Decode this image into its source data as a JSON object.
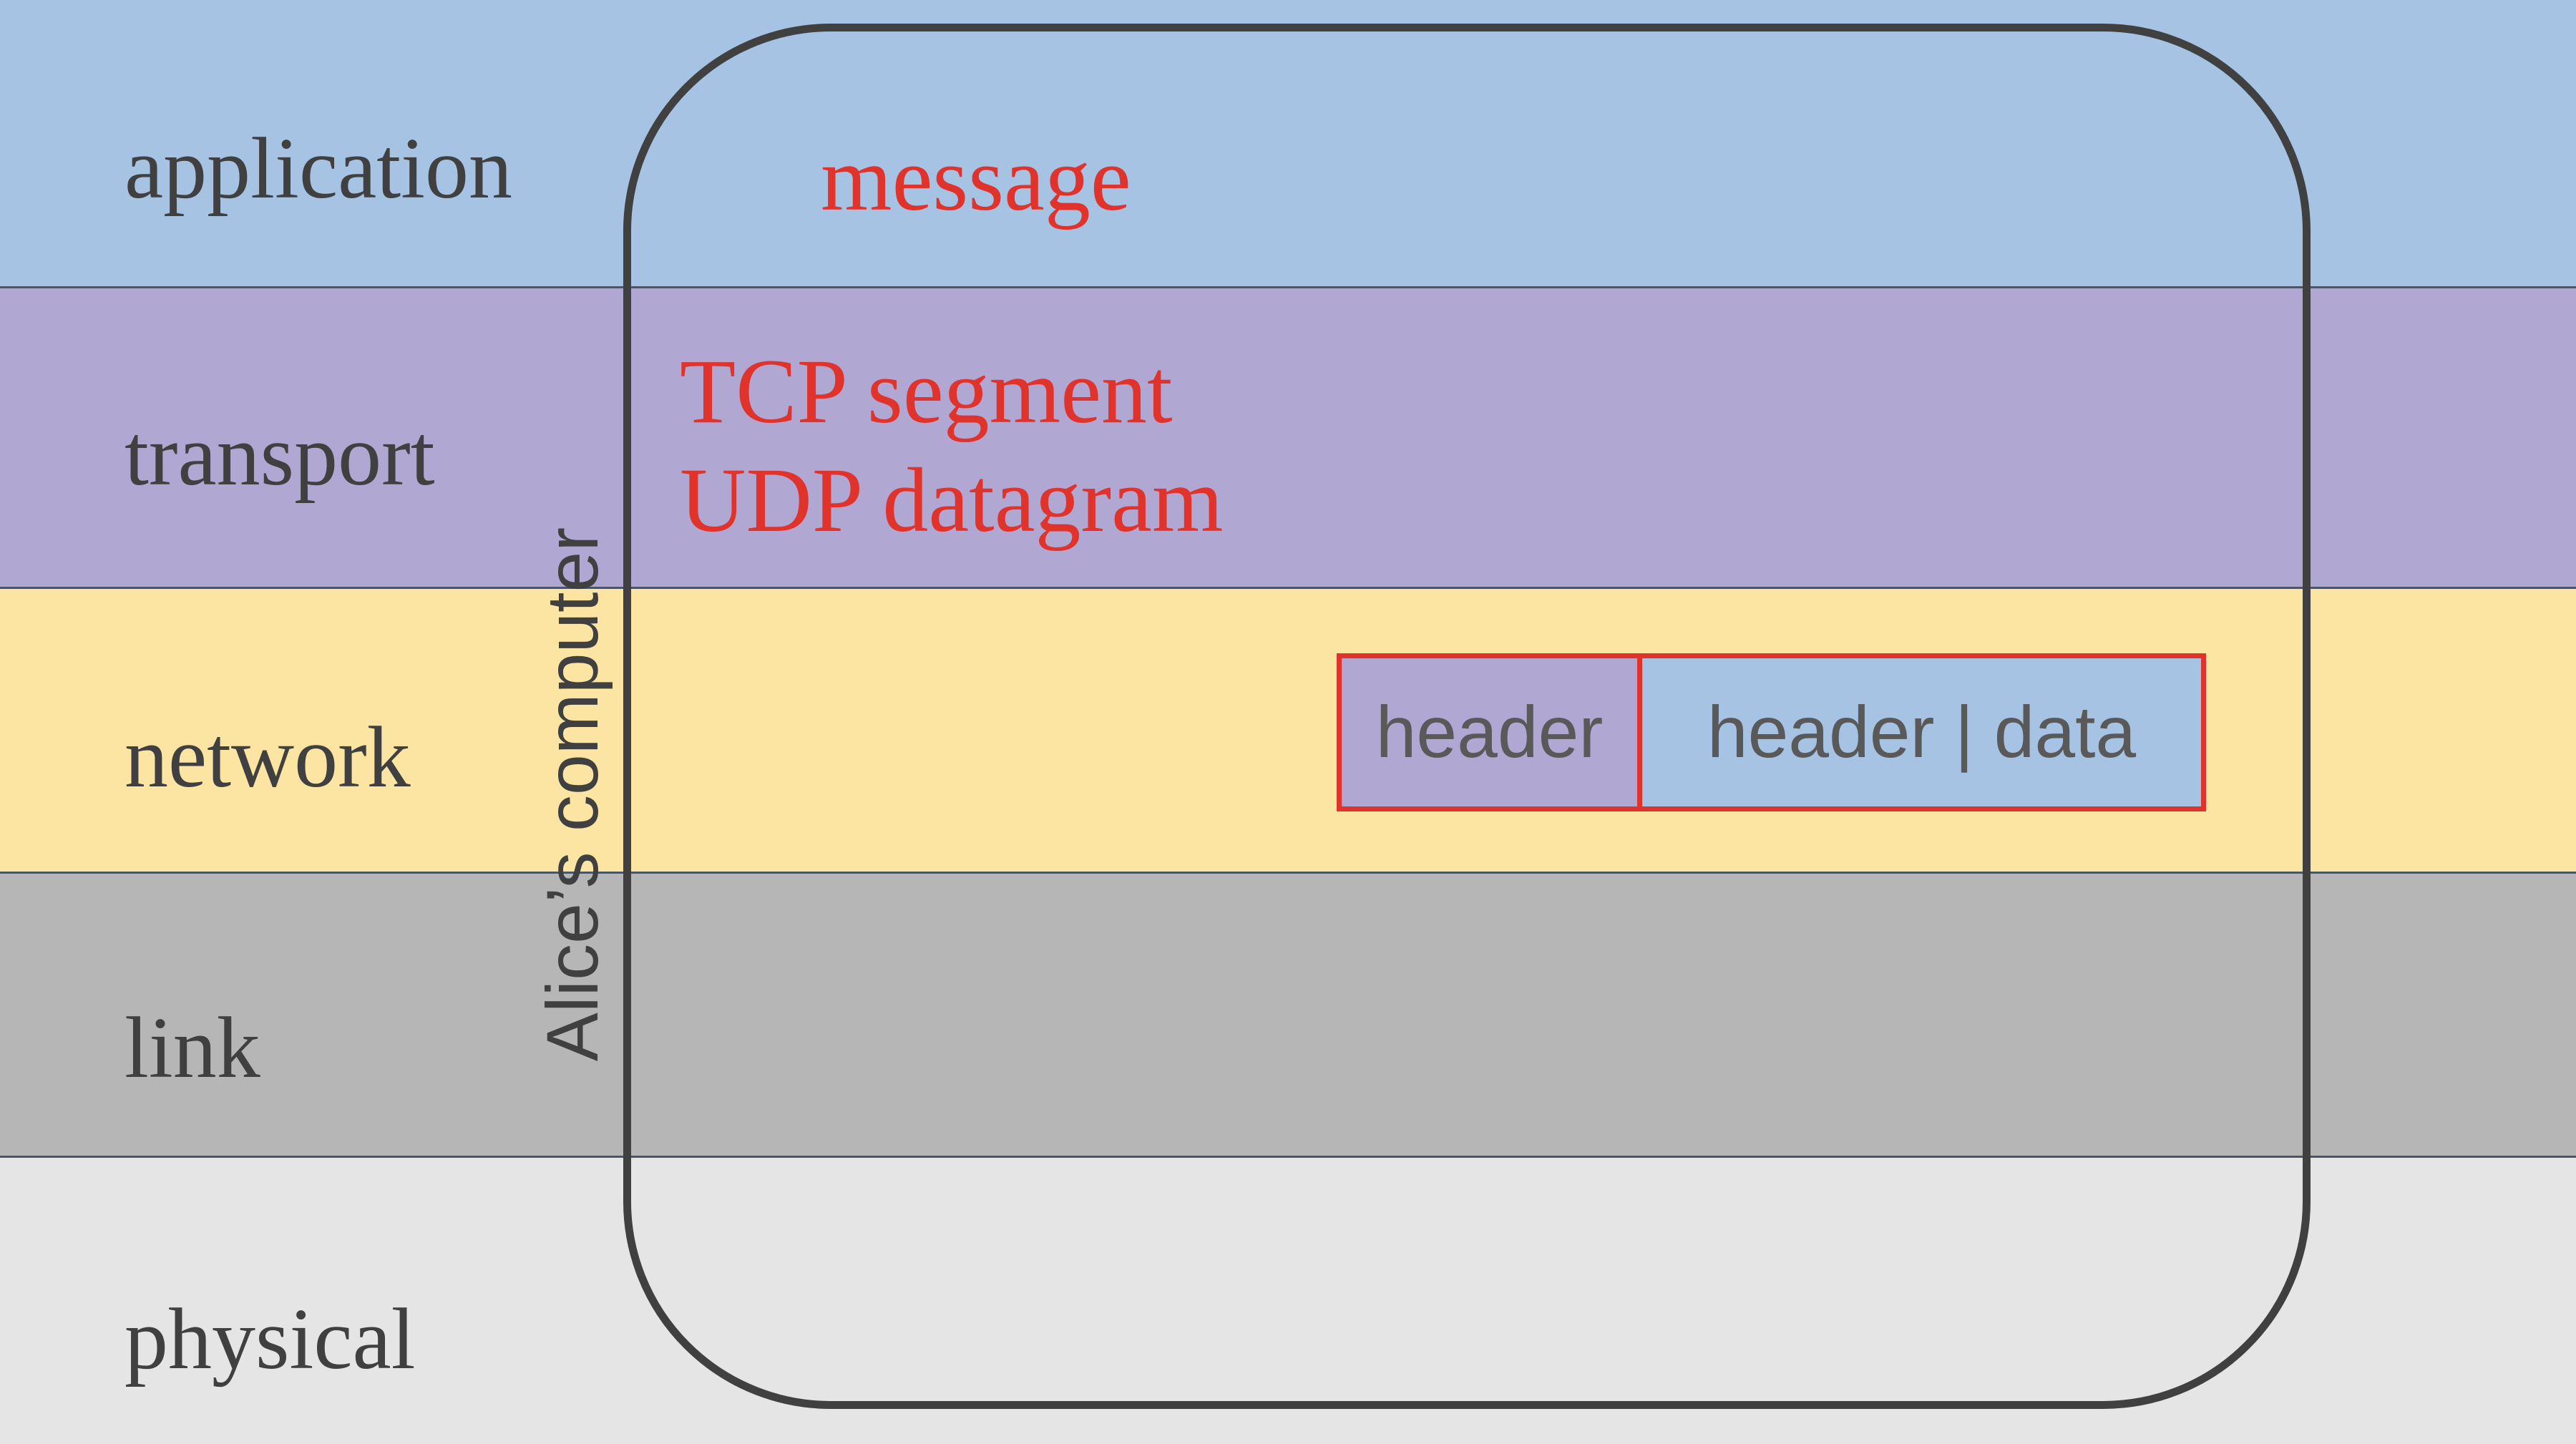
{
  "layers": [
    {
      "id": "application",
      "label": "application",
      "color": "#a7c3e4"
    },
    {
      "id": "transport",
      "label": "transport",
      "color": "#b1a7d3"
    },
    {
      "id": "network",
      "label": "network",
      "color": "#fce5a3"
    },
    {
      "id": "link",
      "label": "link",
      "color": "#b6b6b6"
    },
    {
      "id": "physical",
      "label": "physical",
      "color": "#e5e5e5"
    }
  ],
  "computer": {
    "label": "Alice’s computer"
  },
  "pdu": {
    "application": "message",
    "transport_tcp": "TCP segment",
    "transport_udp": "UDP datagram"
  },
  "packet": {
    "header": "header",
    "payload": "header | data"
  },
  "colors": {
    "accent_red": "#e0332c",
    "text_dark": "#404040",
    "outline": "#404040"
  }
}
